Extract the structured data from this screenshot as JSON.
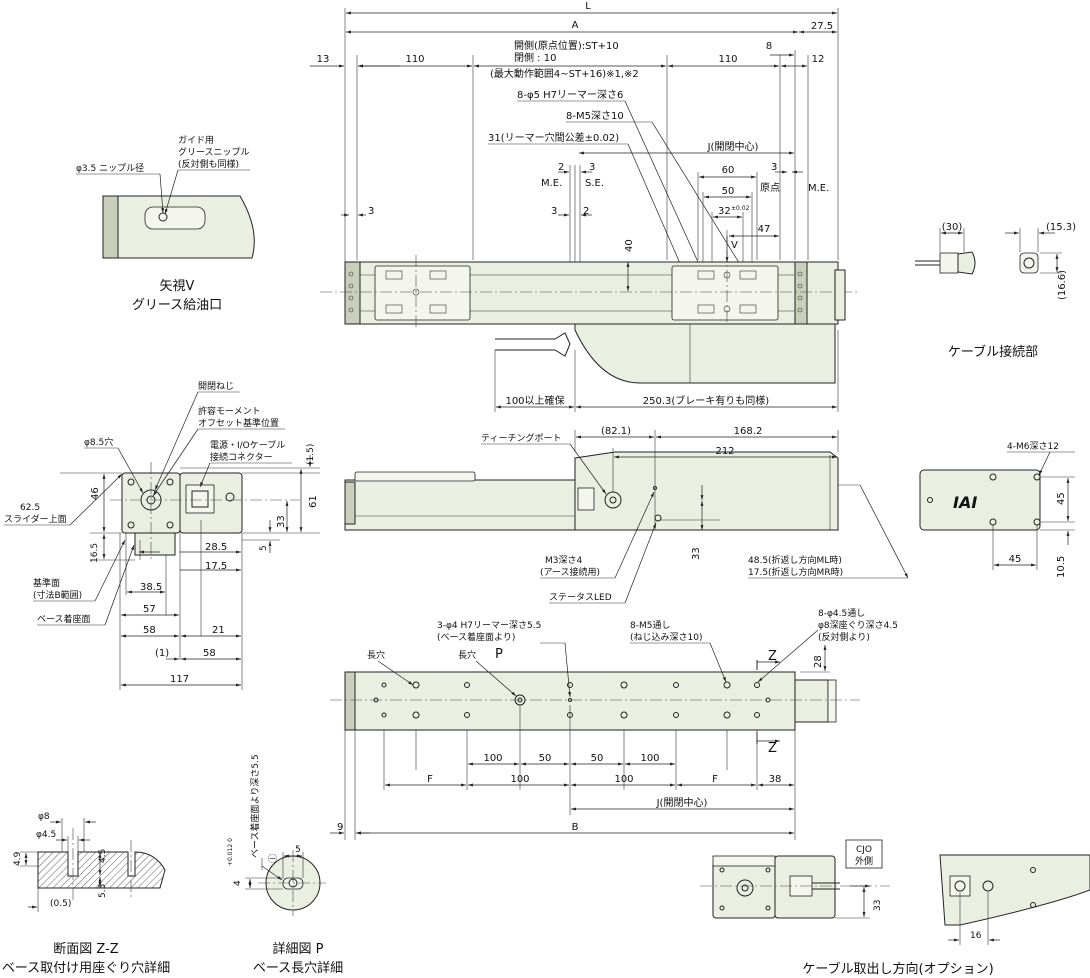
{
  "top_view": {
    "L": "L",
    "A": "A",
    "d27_5": "27.5",
    "d13": "13",
    "d110_l": "110",
    "d110_r": "110",
    "d8": "8",
    "d12": "12",
    "stroke_note_1": "開側(原点位置):ST+10",
    "stroke_note_2": "閉側          :   10",
    "stroke_note_3": "(最大動作範囲4~ST+16)※1,※2",
    "reamer_note": "8-φ5 H7リーマー深さ6",
    "m5_note": "8-M5深さ10",
    "pitch_note": "31(リーマー穴間公差±0.02)",
    "j_center": "J(開閉中心)",
    "d60": "60",
    "d50": "50",
    "d32": "32",
    "d32_tol": "±0.02",
    "d47": "47",
    "d2a": "2",
    "d3a": "3",
    "d3b": "3",
    "d2b": "2",
    "d3c": "3",
    "d3d": "3",
    "me_left": "M.E.",
    "se": "S.E.",
    "origin": "原点",
    "me_right": "M.E.",
    "d40": "40",
    "v_mark": "V",
    "d100_clear": "100以上確保",
    "d250": "250.3(ブレーキ有りも同様)"
  },
  "view_v": {
    "nipple_dia": "φ3.5 ニップル径",
    "nipple_1": "ガイド用",
    "nipple_2": "グリースニップル",
    "nipple_3": "(反対側も同様)",
    "title": "矢視V",
    "subtitle": "グリース給油口"
  },
  "cable_conn": {
    "d30": "(30)",
    "d15_3": "(15.3)",
    "d16_6": "(16.6)",
    "title": "ケーブル接続部"
  },
  "end_view": {
    "open_screw": "開閉ねじ",
    "moment_1": "許容モーメント",
    "moment_2": "オフセット基準位置",
    "hole": "φ8.5穴",
    "conn_1": "電源・I/Oケーブル",
    "conn_2": "接続コネクター",
    "d1_5": "(1.5)",
    "d62_5": "62.5",
    "slider_top": "スライダー上面",
    "d46": "46",
    "d61": "61",
    "d33": "33",
    "d5": "5",
    "d16_5": "16.5",
    "d28_5": "28.5",
    "d17_5": "17.5",
    "d38_5": "38.5",
    "d57": "57",
    "d58a": "58",
    "d21": "21",
    "d1": "(1)",
    "d58b": "58",
    "d117": "117",
    "ref_1": "基準面",
    "ref_2": "(寸法B範囲)",
    "base_face": "ベース着座面"
  },
  "side_view": {
    "teaching_port": "ティーチングポート",
    "d82_1": "(82.1)",
    "d168_2": "168.2",
    "d212": "212",
    "m3_1": "M3深さ4",
    "m3_2": "(アース接続用)",
    "status_led": "ステータスLED",
    "d33": "33",
    "d48_5": "48.5(折返し方向ML時)",
    "d17_5": "17.5(折返し方向MR時)"
  },
  "motor_end": {
    "m6": "4-M6深さ12",
    "d45a": "45",
    "d45b": "45",
    "d10_5": "10.5",
    "logo": "IAI"
  },
  "bottom_view": {
    "reamer_1": "3-φ4 H7リーマー深さ5.5",
    "reamer_2": "(ベース着座面より)",
    "m5_1": "8-M5通し",
    "m5_2": "(ねじ込み深さ10)",
    "cb_1": "8-φ4.5通し",
    "cb_2": "φ8深座ぐり深さ4.5",
    "cb_3": "(反対側より)",
    "slot_a": "長穴",
    "slot_b": "長穴",
    "p_mark": "P",
    "z_top": "Z",
    "z_bot": "Z",
    "d28": "28",
    "d100a": "100",
    "d50a": "50",
    "d50b": "50",
    "d100b": "100",
    "f_left": "F",
    "d100c": "100",
    "d100d": "100",
    "f_right": "F",
    "d38": "38",
    "j_center": "J(開閉中心)",
    "d9": "9",
    "B": "B"
  },
  "section_zz": {
    "d8": "φ8",
    "d4_5": "φ4.5",
    "d4_9": "4.9",
    "d4_5b": "4.5",
    "d5_5": "5.5",
    "d0_5": "(0.5)",
    "title": "断面図 Z-Z",
    "subtitle": "ベース取付け用座ぐり穴詳細"
  },
  "detail_p": {
    "depth_note": "ベース着座面より深さ5.5",
    "d4": "4",
    "tol": "+0.012 0",
    "d5": "5",
    "title": "詳細図 P",
    "subtitle": "ベース長穴詳細"
  },
  "cable_option": {
    "cjo_1": "CJO",
    "cjo_2": "外側",
    "d33": "33",
    "d16": "16",
    "title": "ケーブル取出し方向(オプション)"
  }
}
